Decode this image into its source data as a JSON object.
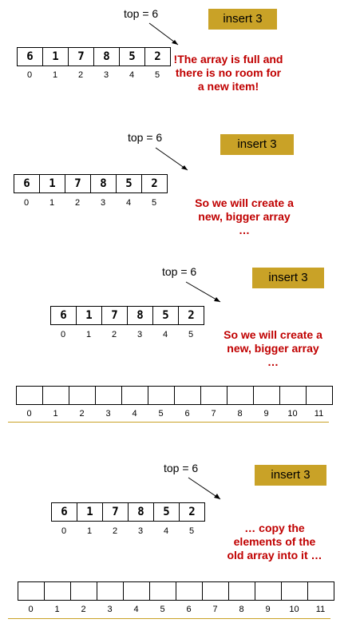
{
  "panels": [
    {
      "top_label": "top = 6",
      "insert_label": "insert 3",
      "array": [
        "6",
        "1",
        "7",
        "8",
        "5",
        "2"
      ],
      "indices": [
        "0",
        "1",
        "2",
        "3",
        "4",
        "5"
      ],
      "message": [
        "!The array is full and",
        "there is no room for",
        "a new item!"
      ]
    },
    {
      "top_label": "top = 6",
      "insert_label": "insert 3",
      "array": [
        "6",
        "1",
        "7",
        "8",
        "5",
        "2"
      ],
      "indices": [
        "0",
        "1",
        "2",
        "3",
        "4",
        "5"
      ],
      "message": [
        "So we will create a",
        "new, bigger array",
        "…"
      ]
    },
    {
      "top_label": "top = 6",
      "insert_label": "insert 3",
      "array": [
        "6",
        "1",
        "7",
        "8",
        "5",
        "2"
      ],
      "indices": [
        "0",
        "1",
        "2",
        "3",
        "4",
        "5"
      ],
      "message": [
        "So we will create a",
        "new, bigger array",
        "…"
      ],
      "big_indices": [
        "0",
        "1",
        "2",
        "3",
        "4",
        "5",
        "6",
        "7",
        "8",
        "9",
        "10",
        "11"
      ]
    },
    {
      "top_label": "top = 6",
      "insert_label": "insert 3",
      "array": [
        "6",
        "1",
        "7",
        "8",
        "5",
        "2"
      ],
      "indices": [
        "0",
        "1",
        "2",
        "3",
        "4",
        "5"
      ],
      "message": [
        "… copy the",
        "elements of the",
        "old array into it …"
      ],
      "big_indices": [
        "0",
        "1",
        "2",
        "3",
        "4",
        "5",
        "6",
        "7",
        "8",
        "9",
        "10",
        "11"
      ]
    }
  ]
}
